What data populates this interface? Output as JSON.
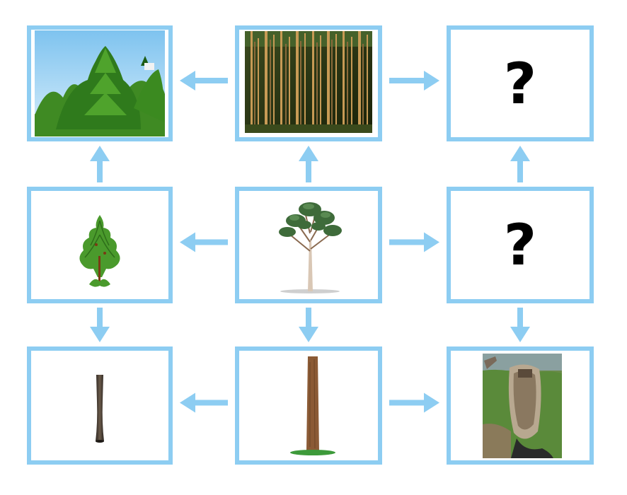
{
  "colors": {
    "frame": "#8dcdf2",
    "arrow": "#8dcdf2",
    "question": "#000000"
  },
  "cells": [
    {
      "id": "r1c1",
      "content": "photo-young-pine-trees"
    },
    {
      "id": "r1c2",
      "content": "photo-pine-forest"
    },
    {
      "id": "r1c3",
      "content": "question",
      "text": "?"
    },
    {
      "id": "r2c1",
      "content": "illustration-young-pine-tree"
    },
    {
      "id": "r2c2",
      "content": "illustration-pine-tree"
    },
    {
      "id": "r2c3",
      "content": "question",
      "text": "?"
    },
    {
      "id": "r3c1",
      "content": "photo-pine-log"
    },
    {
      "id": "r3c2",
      "content": "illustration-pine-trunk"
    },
    {
      "id": "r3c3",
      "content": "photo-dugout-canoe"
    }
  ],
  "arrows": [
    {
      "from": "r1c2",
      "to": "r1c1"
    },
    {
      "from": "r1c2",
      "to": "r1c3"
    },
    {
      "from": "r2c1",
      "to": "r1c1"
    },
    {
      "from": "r2c2",
      "to": "r1c2"
    },
    {
      "from": "r2c3",
      "to": "r1c3"
    },
    {
      "from": "r2c2",
      "to": "r2c1"
    },
    {
      "from": "r2c2",
      "to": "r2c3"
    },
    {
      "from": "r2c1",
      "to": "r3c1"
    },
    {
      "from": "r2c2",
      "to": "r3c2"
    },
    {
      "from": "r2c3",
      "to": "r3c3"
    },
    {
      "from": "r3c2",
      "to": "r3c1"
    },
    {
      "from": "r3c2",
      "to": "r3c3"
    }
  ]
}
